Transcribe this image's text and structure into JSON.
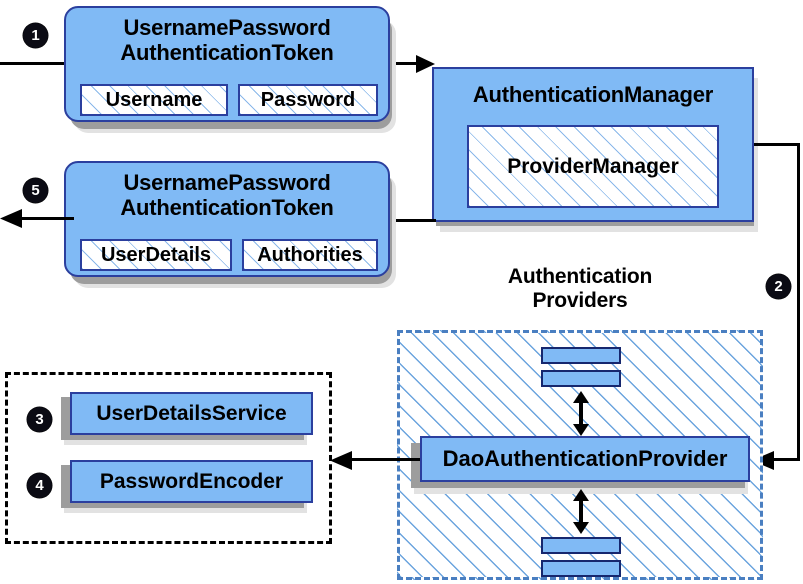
{
  "diagram": {
    "title": "Spring Security DaoAuthenticationProvider authentication flow",
    "colors": {
      "node_fill": "#80baf5",
      "node_border": "#2b3f9e",
      "hatch_stripe": "#8ab8ea",
      "shadow": "#9d9d9d",
      "badge_fill": "#0b0b14",
      "badge_text": "#ffffff",
      "dashed_blue": "#4a7fc1",
      "dashed_black": "#000000",
      "line": "#000000"
    }
  },
  "badges": [
    {
      "id": "badge-1",
      "number": "❶",
      "numeral": "1"
    },
    {
      "id": "badge-2",
      "number": "❷",
      "numeral": "2"
    },
    {
      "id": "badge-3",
      "number": "❸",
      "numeral": "3"
    },
    {
      "id": "badge-4",
      "number": "❹",
      "numeral": "4"
    },
    {
      "id": "badge-5",
      "number": "❺",
      "numeral": "5"
    }
  ],
  "request_token": {
    "title_line1": "UsernamePassword",
    "title_line2": "AuthenticationToken",
    "fields": [
      {
        "label": "Username"
      },
      {
        "label": "Password"
      }
    ]
  },
  "response_token": {
    "title_line1": "UsernamePassword",
    "title_line2": "AuthenticationToken",
    "fields": [
      {
        "label": "UserDetails"
      },
      {
        "label": "Authorities"
      }
    ]
  },
  "authentication_manager": {
    "title": "AuthenticationManager",
    "inner": {
      "label": "ProviderManager"
    }
  },
  "providers_group": {
    "caption_line1": "Authentication",
    "caption_line2": "Providers",
    "main_provider": {
      "label": "DaoAuthenticationProvider"
    },
    "other_providers": [
      {
        "label": ""
      },
      {
        "label": ""
      },
      {
        "label": ""
      },
      {
        "label": ""
      }
    ]
  },
  "dependencies": {
    "items": [
      {
        "label": "UserDetailsService"
      },
      {
        "label": "PasswordEncoder"
      }
    ]
  },
  "icons": {
    "arrow_right": "arrow-right-icon",
    "arrow_left": "arrow-left-icon",
    "arrow_up_down": "arrow-up-down-icon"
  }
}
